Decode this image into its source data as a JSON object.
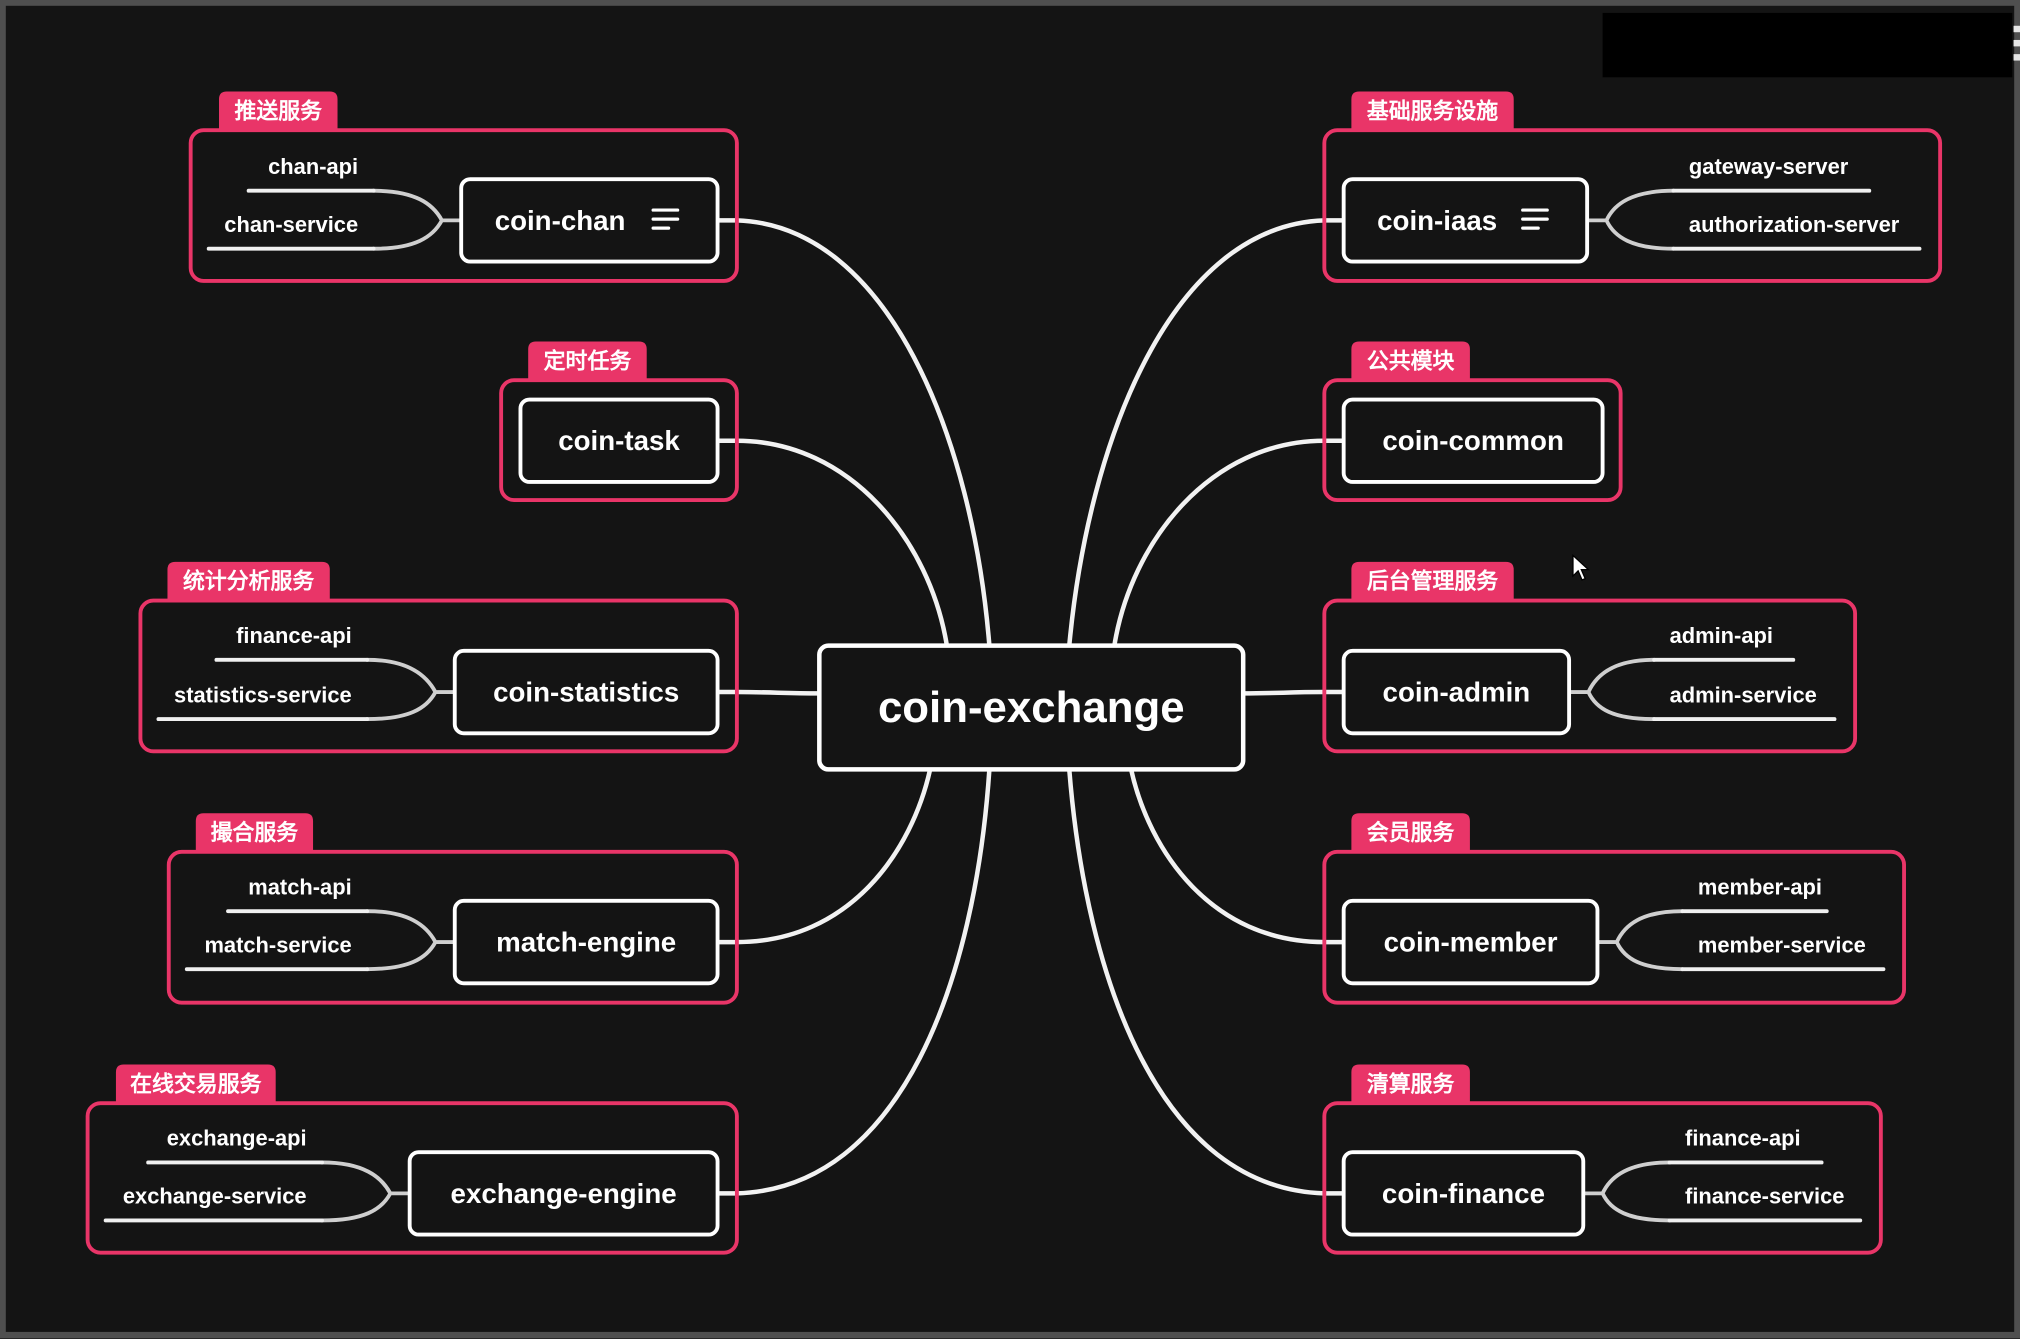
{
  "root": {
    "label": "coin-exchange"
  },
  "branches": [
    {
      "tag": "推送服务",
      "topic": "coin-chan",
      "icon": "note-icon",
      "children": [
        "chan-api",
        "chan-service"
      ]
    },
    {
      "tag": "定时任务",
      "topic": "coin-task",
      "children": []
    },
    {
      "tag": "统计分析服务",
      "topic": "coin-statistics",
      "children": [
        "finance-api",
        "statistics-service"
      ]
    },
    {
      "tag": "撮合服务",
      "topic": "match-engine",
      "children": [
        "match-api",
        "match-service"
      ]
    },
    {
      "tag": "在线交易服务",
      "topic": "exchange-engine",
      "children": [
        "exchange-api",
        "exchange-service"
      ]
    },
    {
      "tag": "基础服务设施",
      "topic": "coin-iaas",
      "icon": "note-icon",
      "children": [
        "gateway-server",
        "authorization-server"
      ]
    },
    {
      "tag": "公共模块",
      "topic": "coin-common",
      "children": []
    },
    {
      "tag": "后台管理服务",
      "topic": "coin-admin",
      "children": [
        "admin-api",
        "admin-service"
      ]
    },
    {
      "tag": "会员服务",
      "topic": "coin-member",
      "children": [
        "member-api",
        "member-service"
      ]
    },
    {
      "tag": "清算服务",
      "topic": "coin-finance",
      "children": [
        "finance-api",
        "finance-service"
      ]
    }
  ],
  "icons": {
    "cursor": "mouse-pointer-icon",
    "toolbar": "more-icon",
    "note": "note-icon"
  },
  "colors": {
    "background": "#141414",
    "accent": "#e93568",
    "topic_border": "#ffffff",
    "connector": "#f2f2f2",
    "leaf_connector": "#cfcfcf",
    "underline": "#f0f0f0",
    "frame": "#4f4f4f",
    "overlay": "#000000"
  }
}
